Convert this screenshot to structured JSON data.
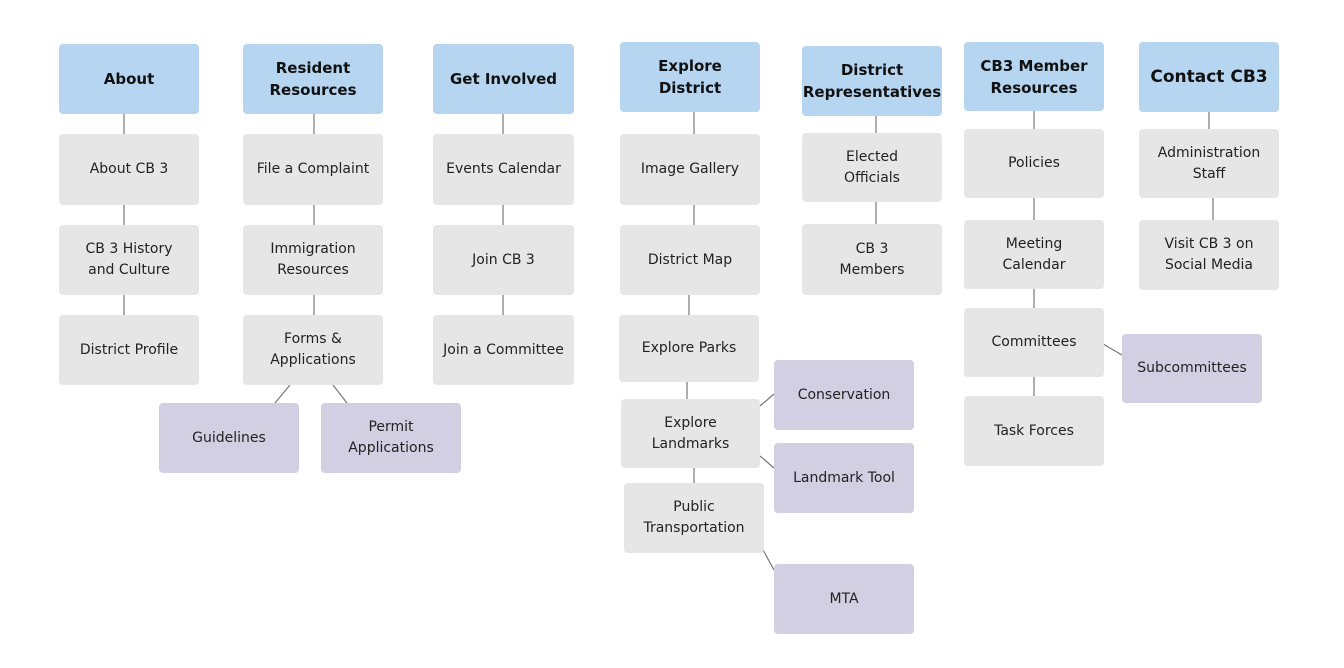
{
  "colors": {
    "header": "#b6d5f1",
    "page": "#e6e6e6",
    "subpage": "#d3cfe2",
    "connector": "#777777"
  },
  "columns": [
    {
      "title": "About",
      "items": [
        "About CB 3",
        "CB 3 History\nand Culture",
        "District Profile"
      ]
    },
    {
      "title": "Resident\nResources",
      "items": [
        "File a Complaint",
        "Immigration\nResources",
        "Forms &\nApplications"
      ],
      "subitems": [
        "Guidelines",
        "Permit\nApplications"
      ]
    },
    {
      "title": "Get Involved",
      "items": [
        "Events Calendar",
        "Join CB 3",
        "Join a Committee"
      ]
    },
    {
      "title": "Explore\nDistrict",
      "items": [
        "Image Gallery",
        "District Map",
        "Explore Parks",
        "Explore\nLandmarks",
        "Public\nTransportation"
      ],
      "subitems": [
        "Conservation",
        "Landmark Tool",
        "MTA"
      ]
    },
    {
      "title": "District\nRepresentatives",
      "items": [
        "Elected\nOfficials",
        "CB 3\nMembers"
      ]
    },
    {
      "title": "CB3 Member\nResources",
      "items": [
        "Policies",
        "Meeting\nCalendar",
        "Committees",
        "Task Forces"
      ],
      "subitems": [
        "Subcommittees"
      ]
    },
    {
      "title": "Contact CB3",
      "items": [
        "Administration\nStaff",
        "Visit CB 3 on\nSocial Media"
      ]
    }
  ]
}
